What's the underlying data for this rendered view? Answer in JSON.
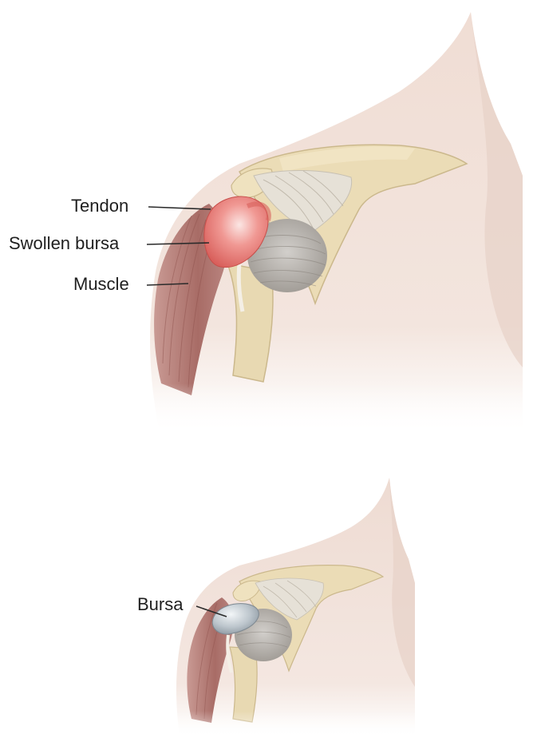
{
  "labels": {
    "tendon": "Tendon",
    "swollen_bursa": "Swollen bursa",
    "muscle": "Muscle",
    "bursa": "Bursa"
  },
  "colors": {
    "skin": "#efdcd3",
    "bone": "#eadcb7",
    "muscle": "#b77f79",
    "tendon": "#e6e1d7",
    "swollen_bursa": "#ea8b86",
    "normal_bursa": "#bcc5cc",
    "leader_line": "#2b2b2b"
  }
}
